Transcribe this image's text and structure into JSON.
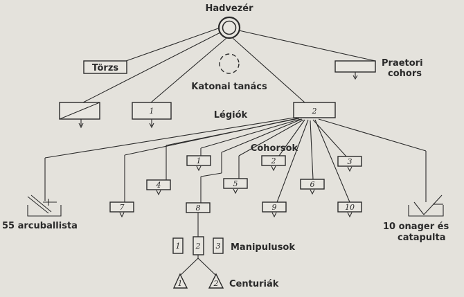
{
  "title": "Hadvezér",
  "labels": {
    "torzs": "Törzs",
    "katonai_tanacs": "Katonai tanács",
    "praetori_1": "Praetori",
    "praetori_2": "cohors",
    "legiok": "Légiók",
    "cohorsok": "Cohorsok",
    "arcuballista": "55 arcuballista",
    "onager_1": "10 onager és",
    "onager_2": "catapulta",
    "manipulusok": "Manipulusok",
    "centuriak": "Centuriák"
  },
  "legions": [
    "1",
    "2"
  ],
  "cohorts": [
    "1",
    "2",
    "3",
    "4",
    "5",
    "6",
    "7",
    "8",
    "9",
    "10"
  ],
  "manipuli": [
    "1",
    "2",
    "3"
  ],
  "centuriae": [
    "1",
    "2"
  ]
}
